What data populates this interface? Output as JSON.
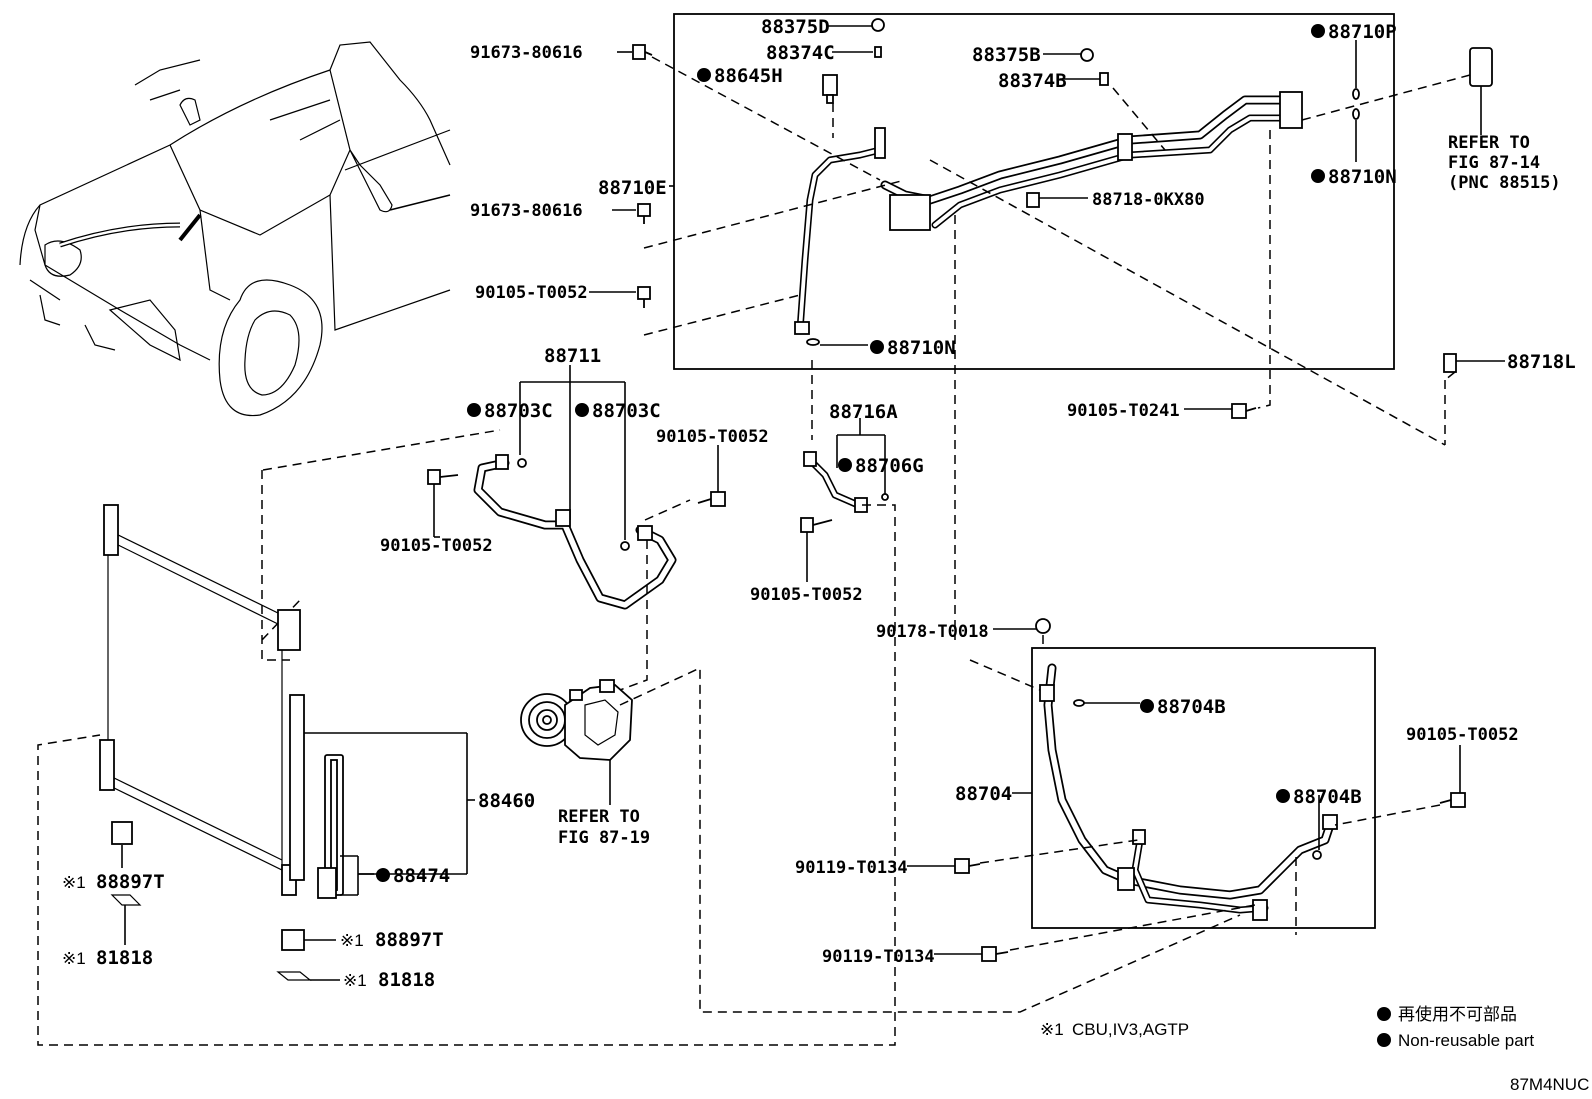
{
  "labels": {
    "p88375D": "88375D",
    "p88374C": "88374C",
    "p88645H": "88645H",
    "p91673_80616_top": "91673-80616",
    "p88375B": "88375B",
    "p88374B": "88374B",
    "p88710P": "88710P",
    "p88710E": "88710E",
    "p91673_80616_mid": "91673-80616",
    "p88710N_right": "88710N",
    "p88718_0KX80": "88718-0KX80",
    "p90105_T0052_a": "90105-T0052",
    "p88710N_left": "88710N",
    "p88711": "88711",
    "p88703C_a": "88703C",
    "p88703C_b": "88703C",
    "p90105_T0052_b": "90105-T0052",
    "p88716A": "88716A",
    "p88706G": "88706G",
    "p90105_T0241": "90105-T0241",
    "p88718L": "88718L",
    "p90105_T0052_c": "90105-T0052",
    "p90105_T0052_d": "90105-T0052",
    "p90178_T0018": "90178-T0018",
    "p88704B_a": "88704B",
    "p90105_T0052_e": "90105-T0052",
    "p88460": "88460",
    "p88704": "88704",
    "p88704B_b": "88704B",
    "p88474": "88474",
    "p88897T_a": "88897T",
    "p88897T_b": "88897T",
    "p90119_T0134_a": "90119-T0134",
    "p81818_a": "81818",
    "p81818_b": "81818",
    "p90119_T0134_b": "90119-T0134"
  },
  "refer": {
    "fig87_14_line1": "REFER TO",
    "fig87_14_line2": "FIG 87-14",
    "fig87_14_line3": "(PNC 88515)",
    "fig87_19_line1": "REFER TO",
    "fig87_19_line2": "FIG 87-19"
  },
  "notes": {
    "mark": "※1",
    "footnote_mark": "※1",
    "footnote": "CBU,IV3,AGTP",
    "legend_jp": "再使用不可部品",
    "legend_en": "Non-reusable part",
    "figure_code": "87M4NUC"
  }
}
